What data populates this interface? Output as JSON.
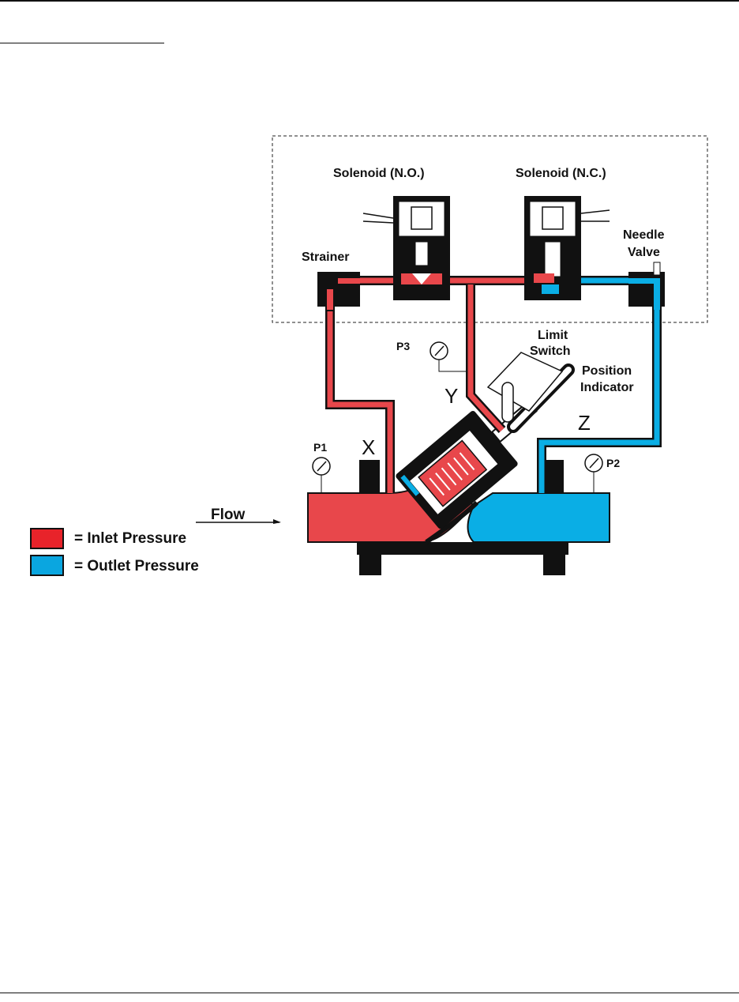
{
  "labels": {
    "solenoid_no": "Solenoid (N.O.)",
    "solenoid_nc": "Solenoid (N.C.)",
    "strainer": "Strainer",
    "needle_valve_line1": "Needle",
    "needle_valve_line2": "Valve",
    "limit_switch_line1": "Limit",
    "limit_switch_line2": "Switch",
    "position_indicator_line1": "Position",
    "position_indicator_line2": "Indicator",
    "p1": "P1",
    "p2": "P2",
    "p3": "P3",
    "port_x": "X",
    "port_y": "Y",
    "port_z": "Z",
    "flow": "Flow"
  },
  "legend": {
    "inlet": {
      "label": "= Inlet Pressure",
      "color": "#e8232a"
    },
    "outlet": {
      "label": "= Outlet Pressure",
      "color": "#0aa6e0"
    }
  },
  "colors": {
    "inlet": "#e8474b",
    "outlet": "#0aaee5",
    "body": "#111111"
  }
}
